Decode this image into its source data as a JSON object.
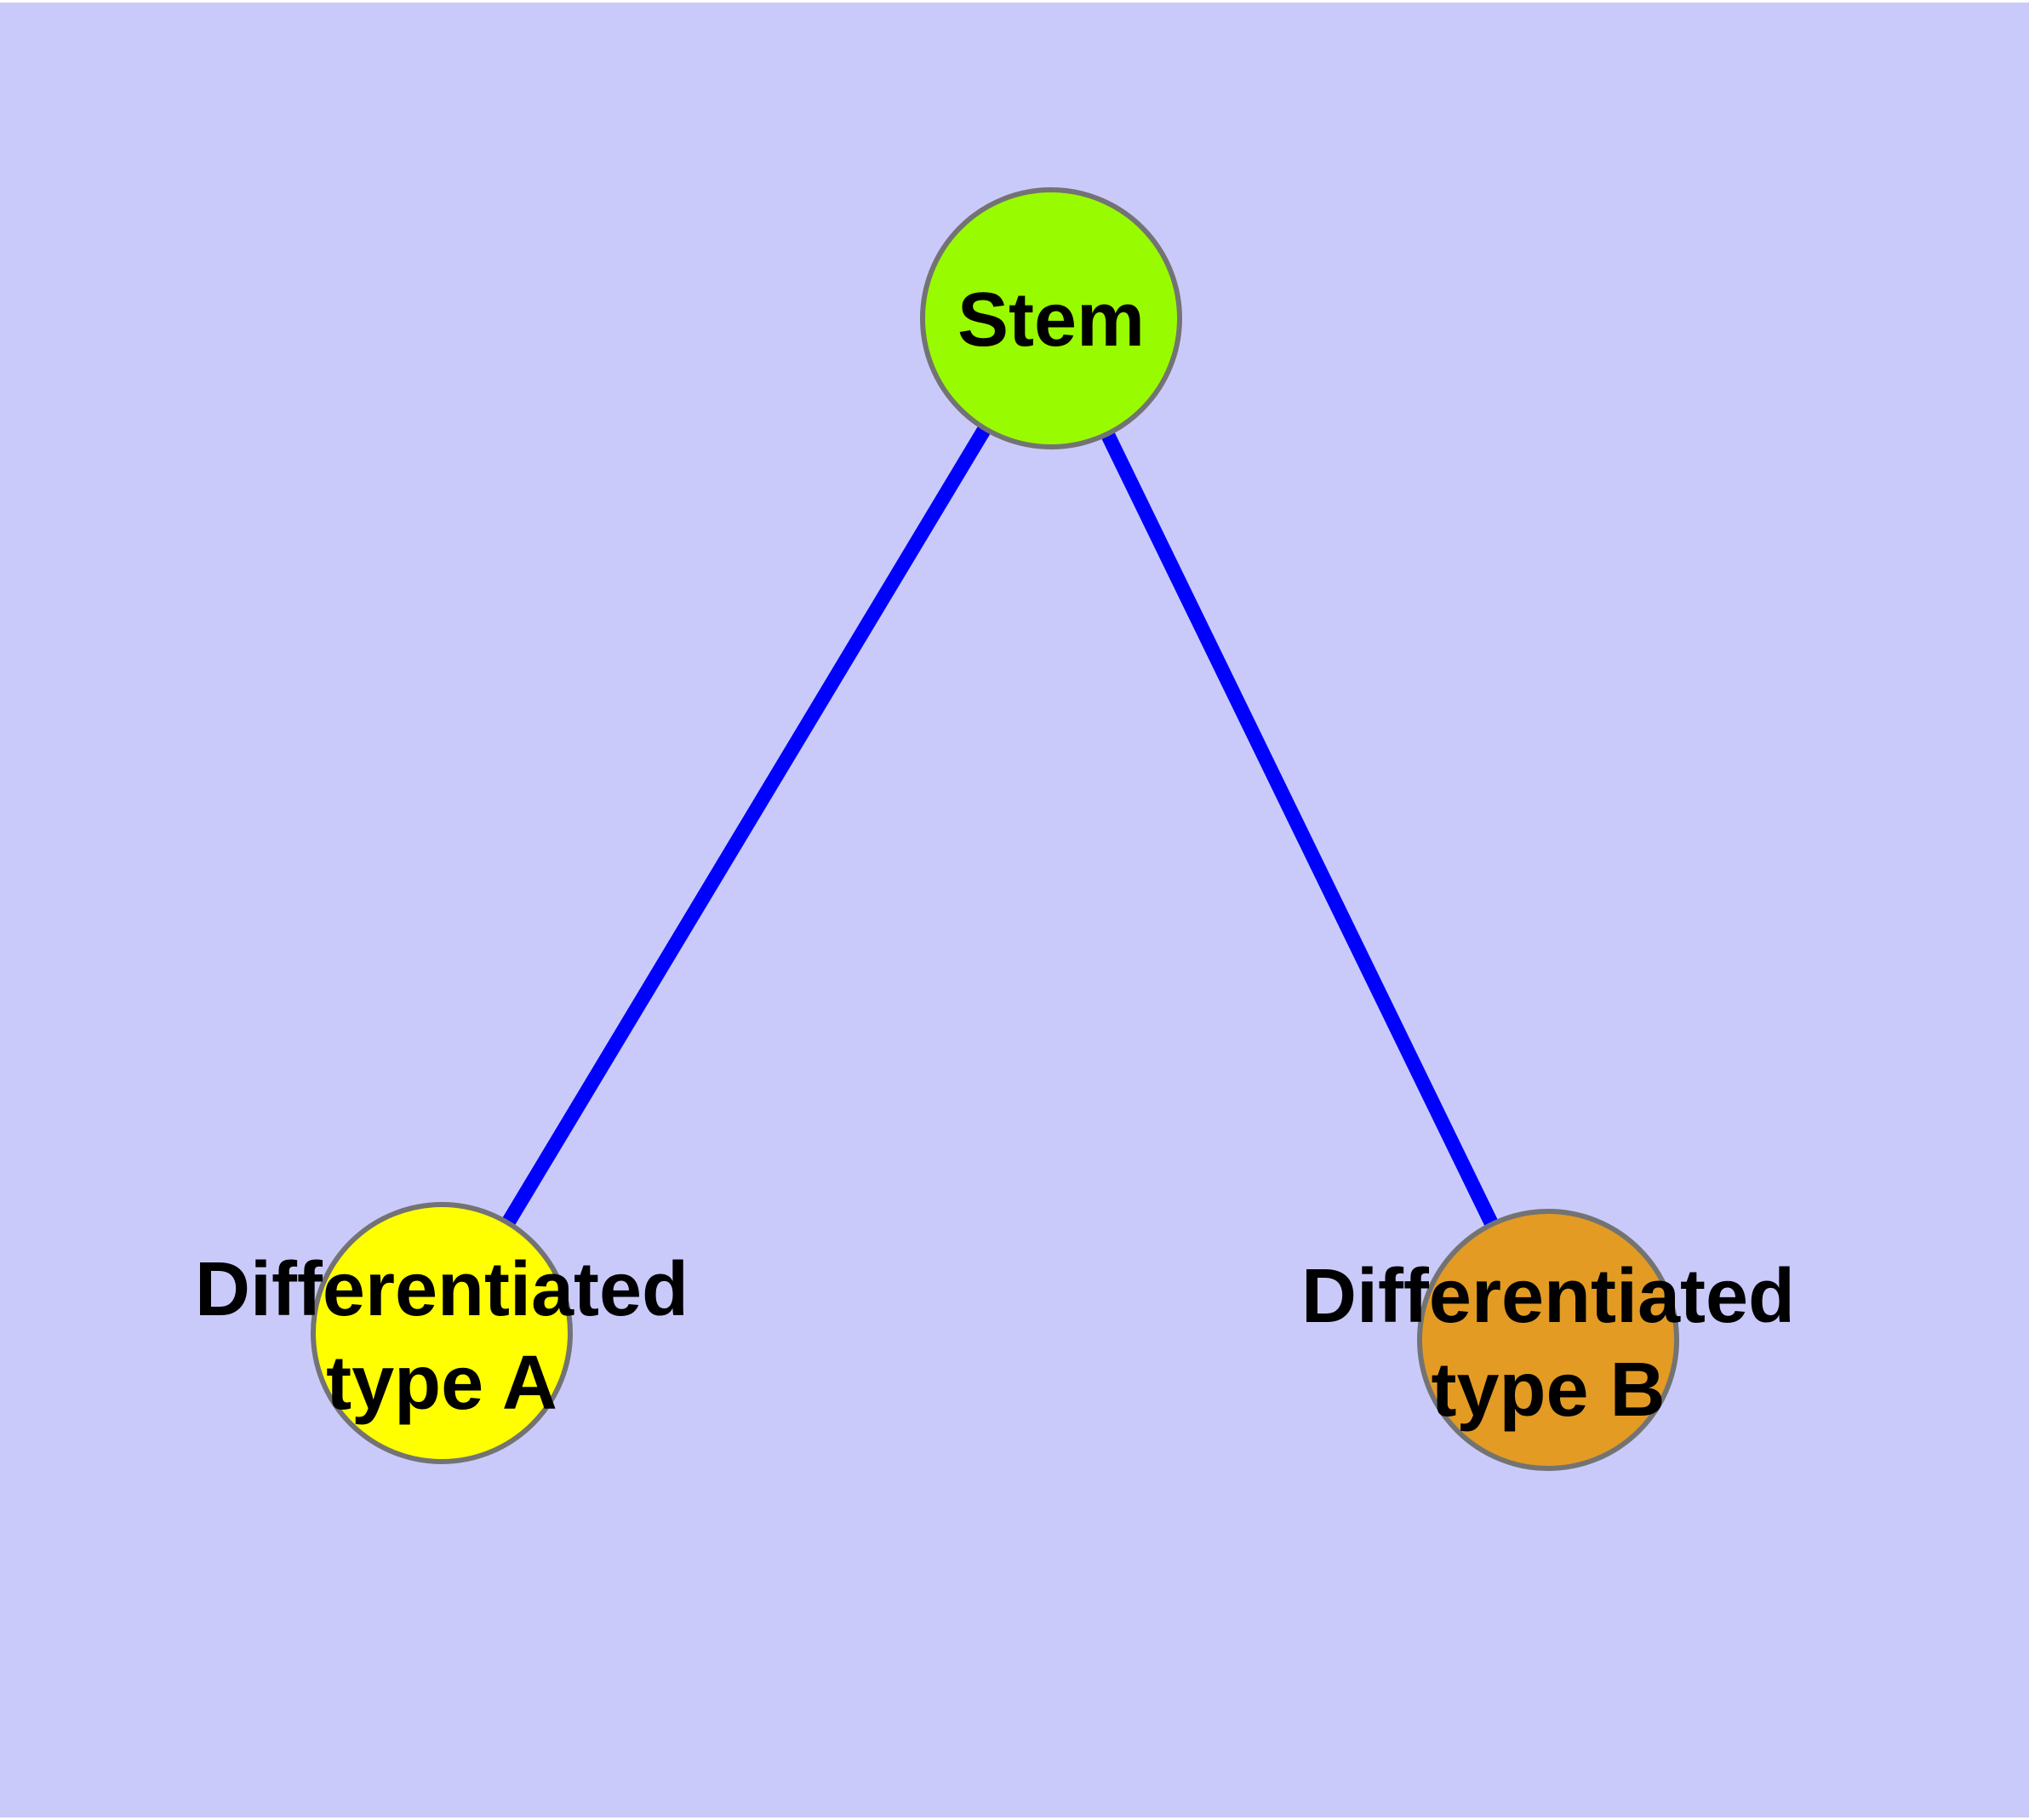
{
  "diagram": {
    "background_color": "#CACAFA",
    "page_border_color": "#FFFFFF",
    "edge_color": "#0000FF",
    "node_border_color": "#737373",
    "label_color": "#000000",
    "nodes": [
      {
        "id": "stem",
        "label": "Stem",
        "fill": "#99FB00"
      },
      {
        "id": "differentiated-type-a",
        "label_line1": "Differentiated",
        "label_line2": "type A",
        "fill": "#FFFF00"
      },
      {
        "id": "differentiated-type-b",
        "label_line1": "Differentiated",
        "label_line2": "type B",
        "fill": "#E39B23"
      }
    ],
    "edges": [
      {
        "from": "Stem",
        "to": "Differentiated type A"
      },
      {
        "from": "Stem",
        "to": "Differentiated type B"
      }
    ]
  }
}
